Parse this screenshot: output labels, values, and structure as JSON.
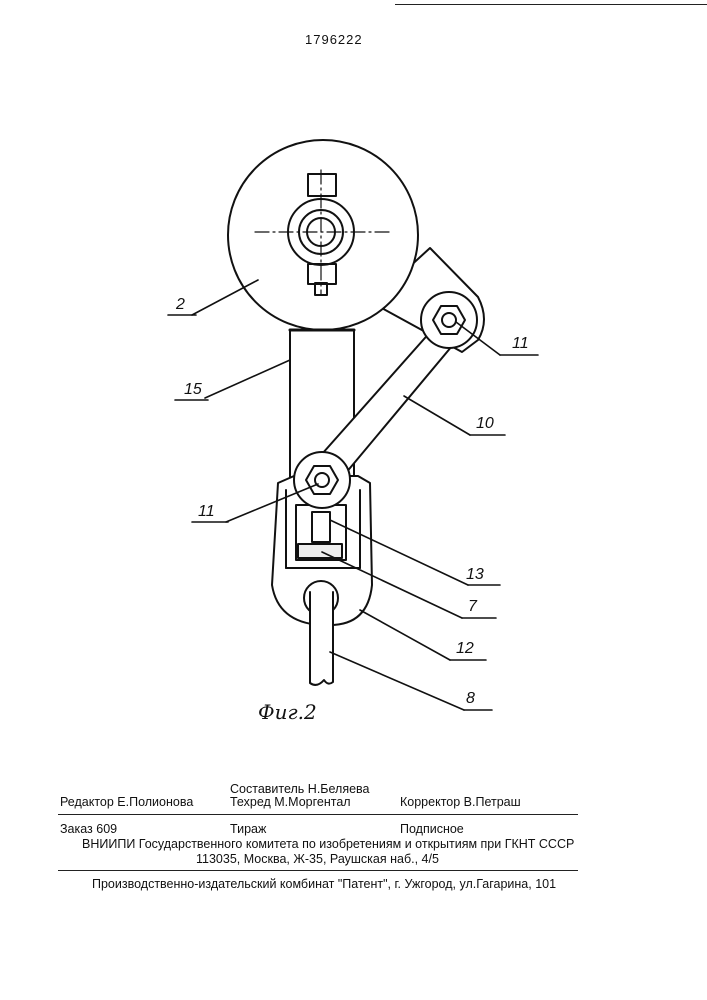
{
  "header": {
    "patent_number": "1796222"
  },
  "figure": {
    "caption": "Фиг.2",
    "labels": {
      "l2": "2",
      "l15": "15",
      "l11_top": "11",
      "l10": "10",
      "l11_bottom": "11",
      "l13": "13",
      "l7": "7",
      "l12": "12",
      "l8": "8"
    }
  },
  "imprint": {
    "compiler": "Составитель  Н.Беляева",
    "editor": "Редактор  Е.Полионова",
    "tech_editor": "Техред М.Моргентал",
    "proofreader": "Корректор   В.Петраш",
    "order": "Заказ  609",
    "print_run": "Тираж",
    "subscription": "Подписное",
    "institution": "ВНИИПИ Государственного комитета по изобретениям и открытиям при ГКНТ СССР",
    "address": "113035, Москва, Ж-35, Раушская наб., 4/5",
    "publisher": "Производственно-издательский комбинат \"Патент\", г. Ужгород, ул.Гагарина, 101"
  }
}
